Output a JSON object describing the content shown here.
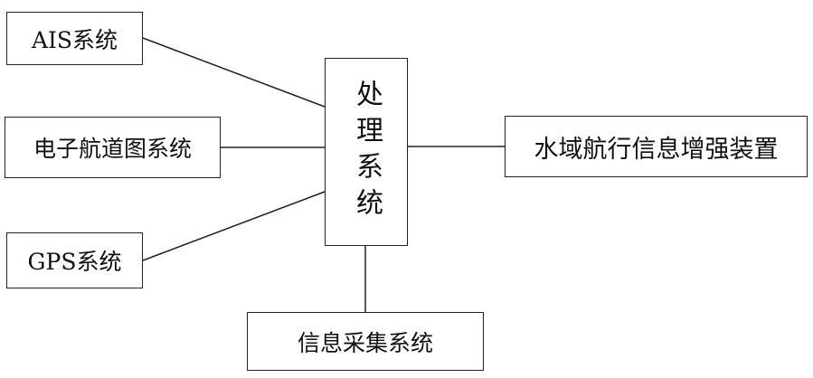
{
  "diagram": {
    "nodes": {
      "ais": "AIS系统",
      "ecdis": "电子航道图系统",
      "gps": "GPS系统",
      "processing": "处理系统",
      "info_collection": "信息采集系统",
      "enhancement": "水域航行信息增强装置"
    },
    "edges": [
      {
        "from": "ais",
        "to": "processing"
      },
      {
        "from": "ecdis",
        "to": "processing"
      },
      {
        "from": "gps",
        "to": "processing"
      },
      {
        "from": "info_collection",
        "to": "processing"
      },
      {
        "from": "processing",
        "to": "enhancement"
      }
    ],
    "colors": {
      "line": "#222222",
      "text": "#111111"
    }
  }
}
